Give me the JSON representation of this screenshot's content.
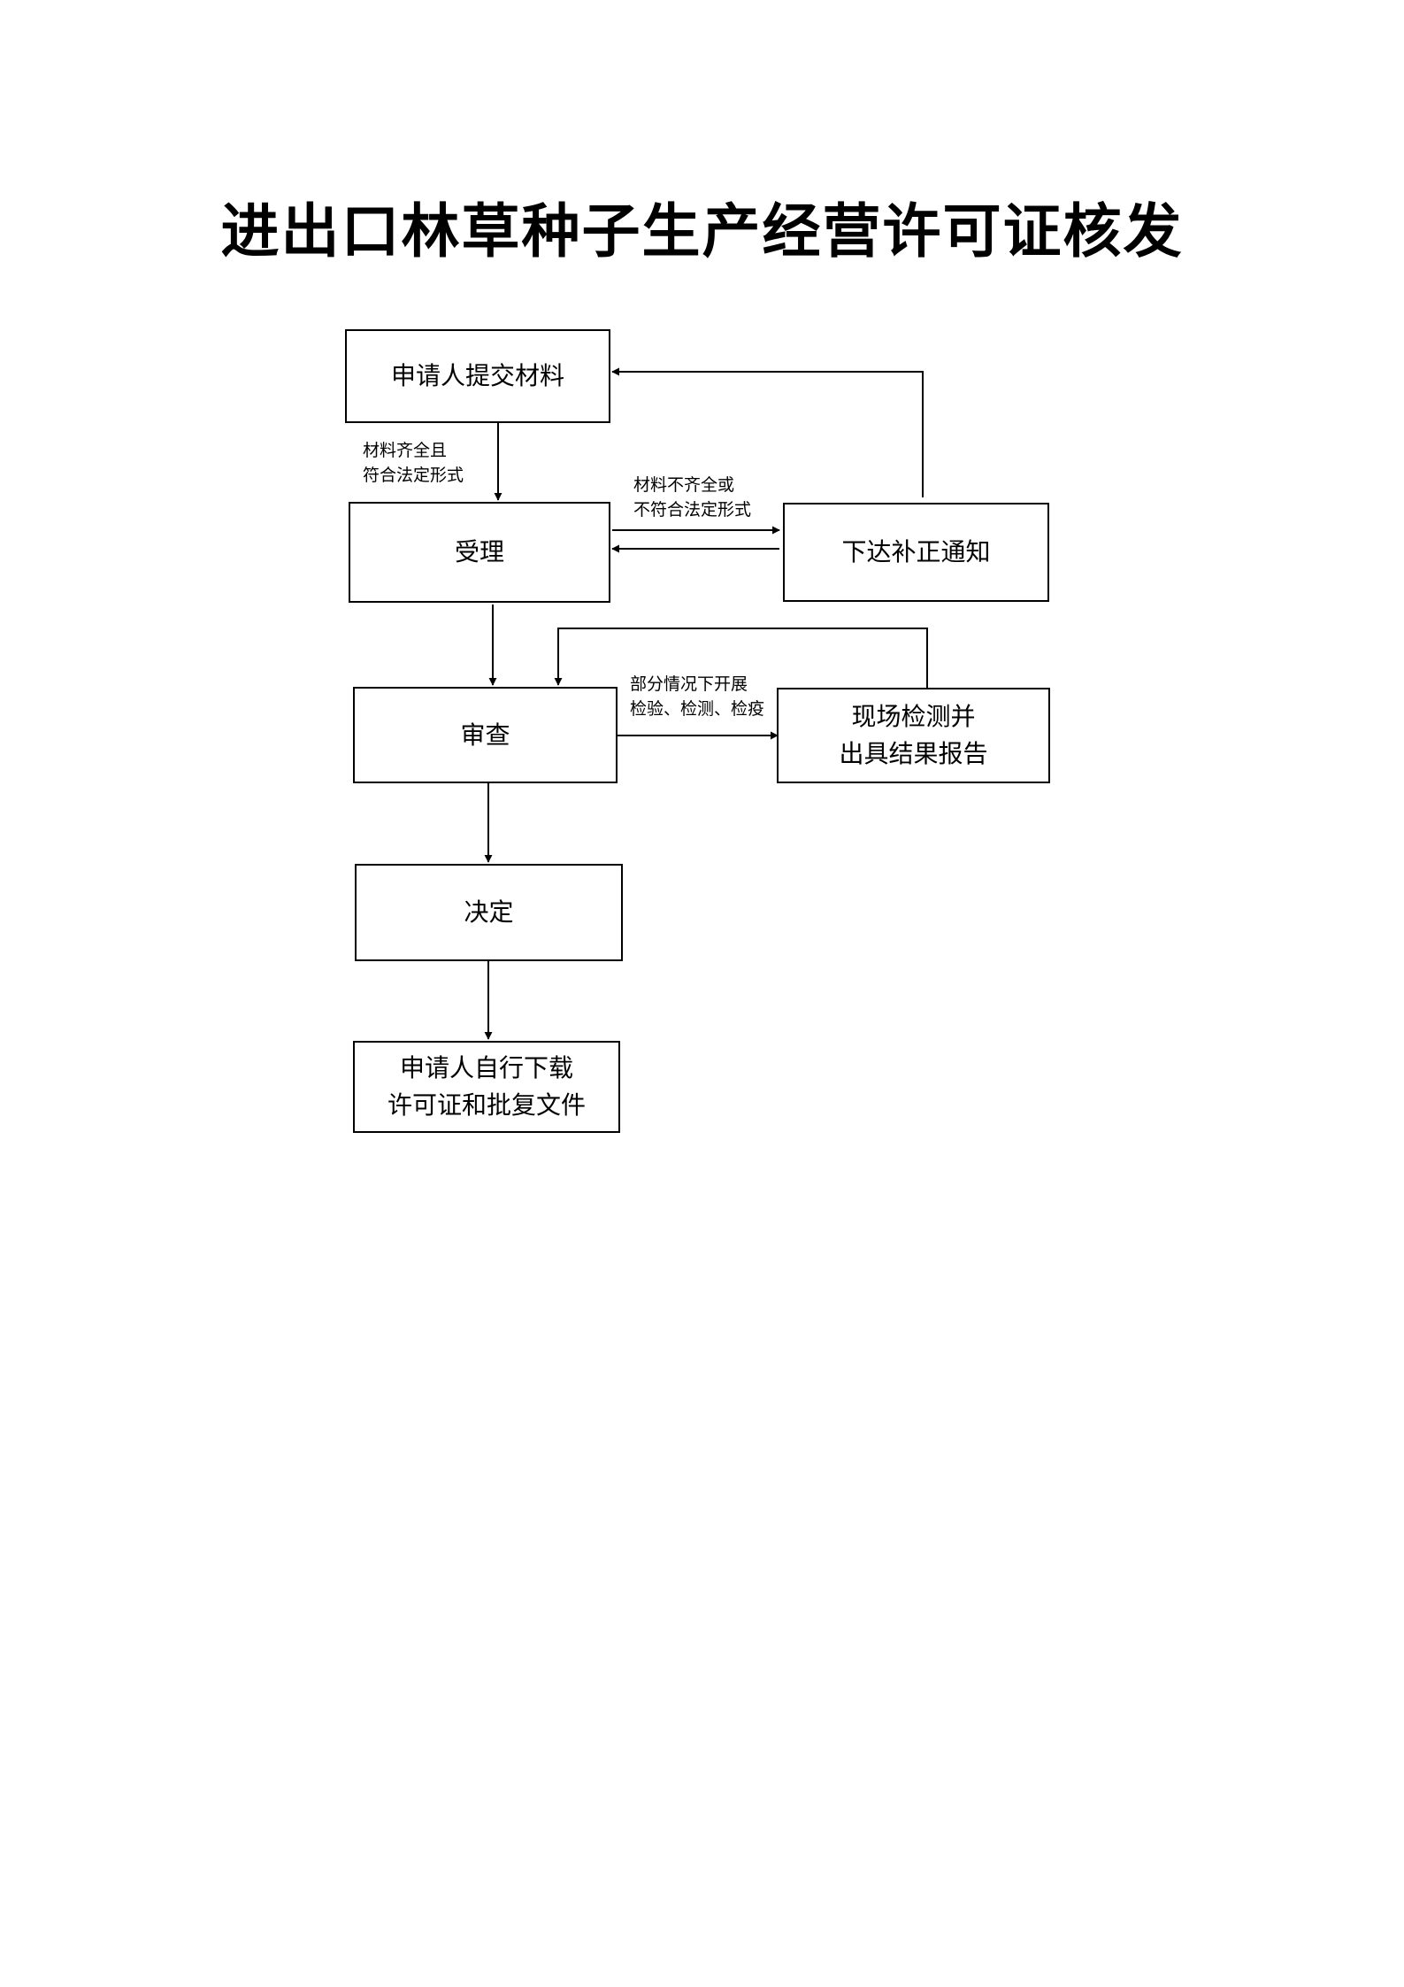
{
  "title": "进出口林草种子生产经营许可证核发",
  "nodes": {
    "submit": "申请人提交材料",
    "accept": "受理",
    "notice": "下达补正通知",
    "review": "审查",
    "inspect": [
      "现场检测并",
      "出具结果报告"
    ],
    "decide": "决定",
    "download": [
      "申请人自行下载",
      "许可证和批复文件"
    ]
  },
  "edge_labels": {
    "submit_to_accept": [
      "材料齐全且",
      "符合法定形式"
    ],
    "accept_to_notice": [
      "材料不齐全或",
      "不符合法定形式"
    ],
    "review_to_inspect": [
      "部分情况下开展",
      "检验、检测、检疫"
    ]
  }
}
